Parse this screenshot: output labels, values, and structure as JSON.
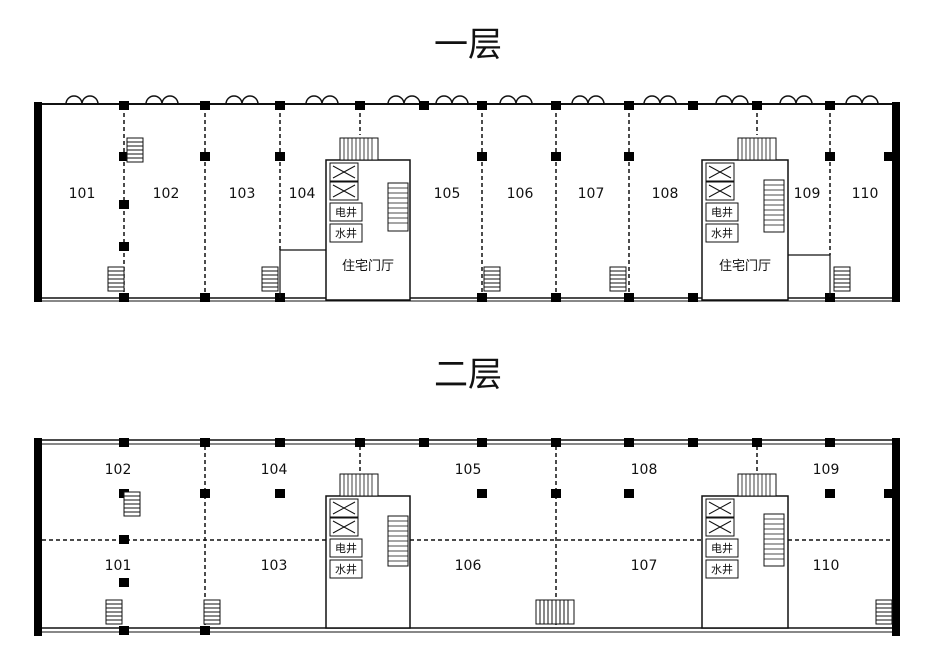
{
  "floor1": {
    "title": "一层",
    "units": [
      "101",
      "102",
      "103",
      "104",
      "105",
      "106",
      "107",
      "108",
      "109",
      "110"
    ],
    "core_a": {
      "elec": "电井",
      "water": "水井",
      "lobby": "住宅门厅"
    },
    "core_b": {
      "elec": "电井",
      "water": "水井",
      "lobby": "住宅门厅"
    }
  },
  "floor2": {
    "title": "二层",
    "units_top": [
      "102",
      "104",
      "105",
      "108",
      "109"
    ],
    "units_bottom": [
      "101",
      "103",
      "106",
      "107",
      "110"
    ],
    "core_a": {
      "elec": "电井",
      "water": "水井"
    },
    "core_b": {
      "elec": "电井",
      "water": "水井"
    }
  },
  "colors": {
    "line": "#111111",
    "wall": "#000000",
    "background": "#ffffff"
  }
}
